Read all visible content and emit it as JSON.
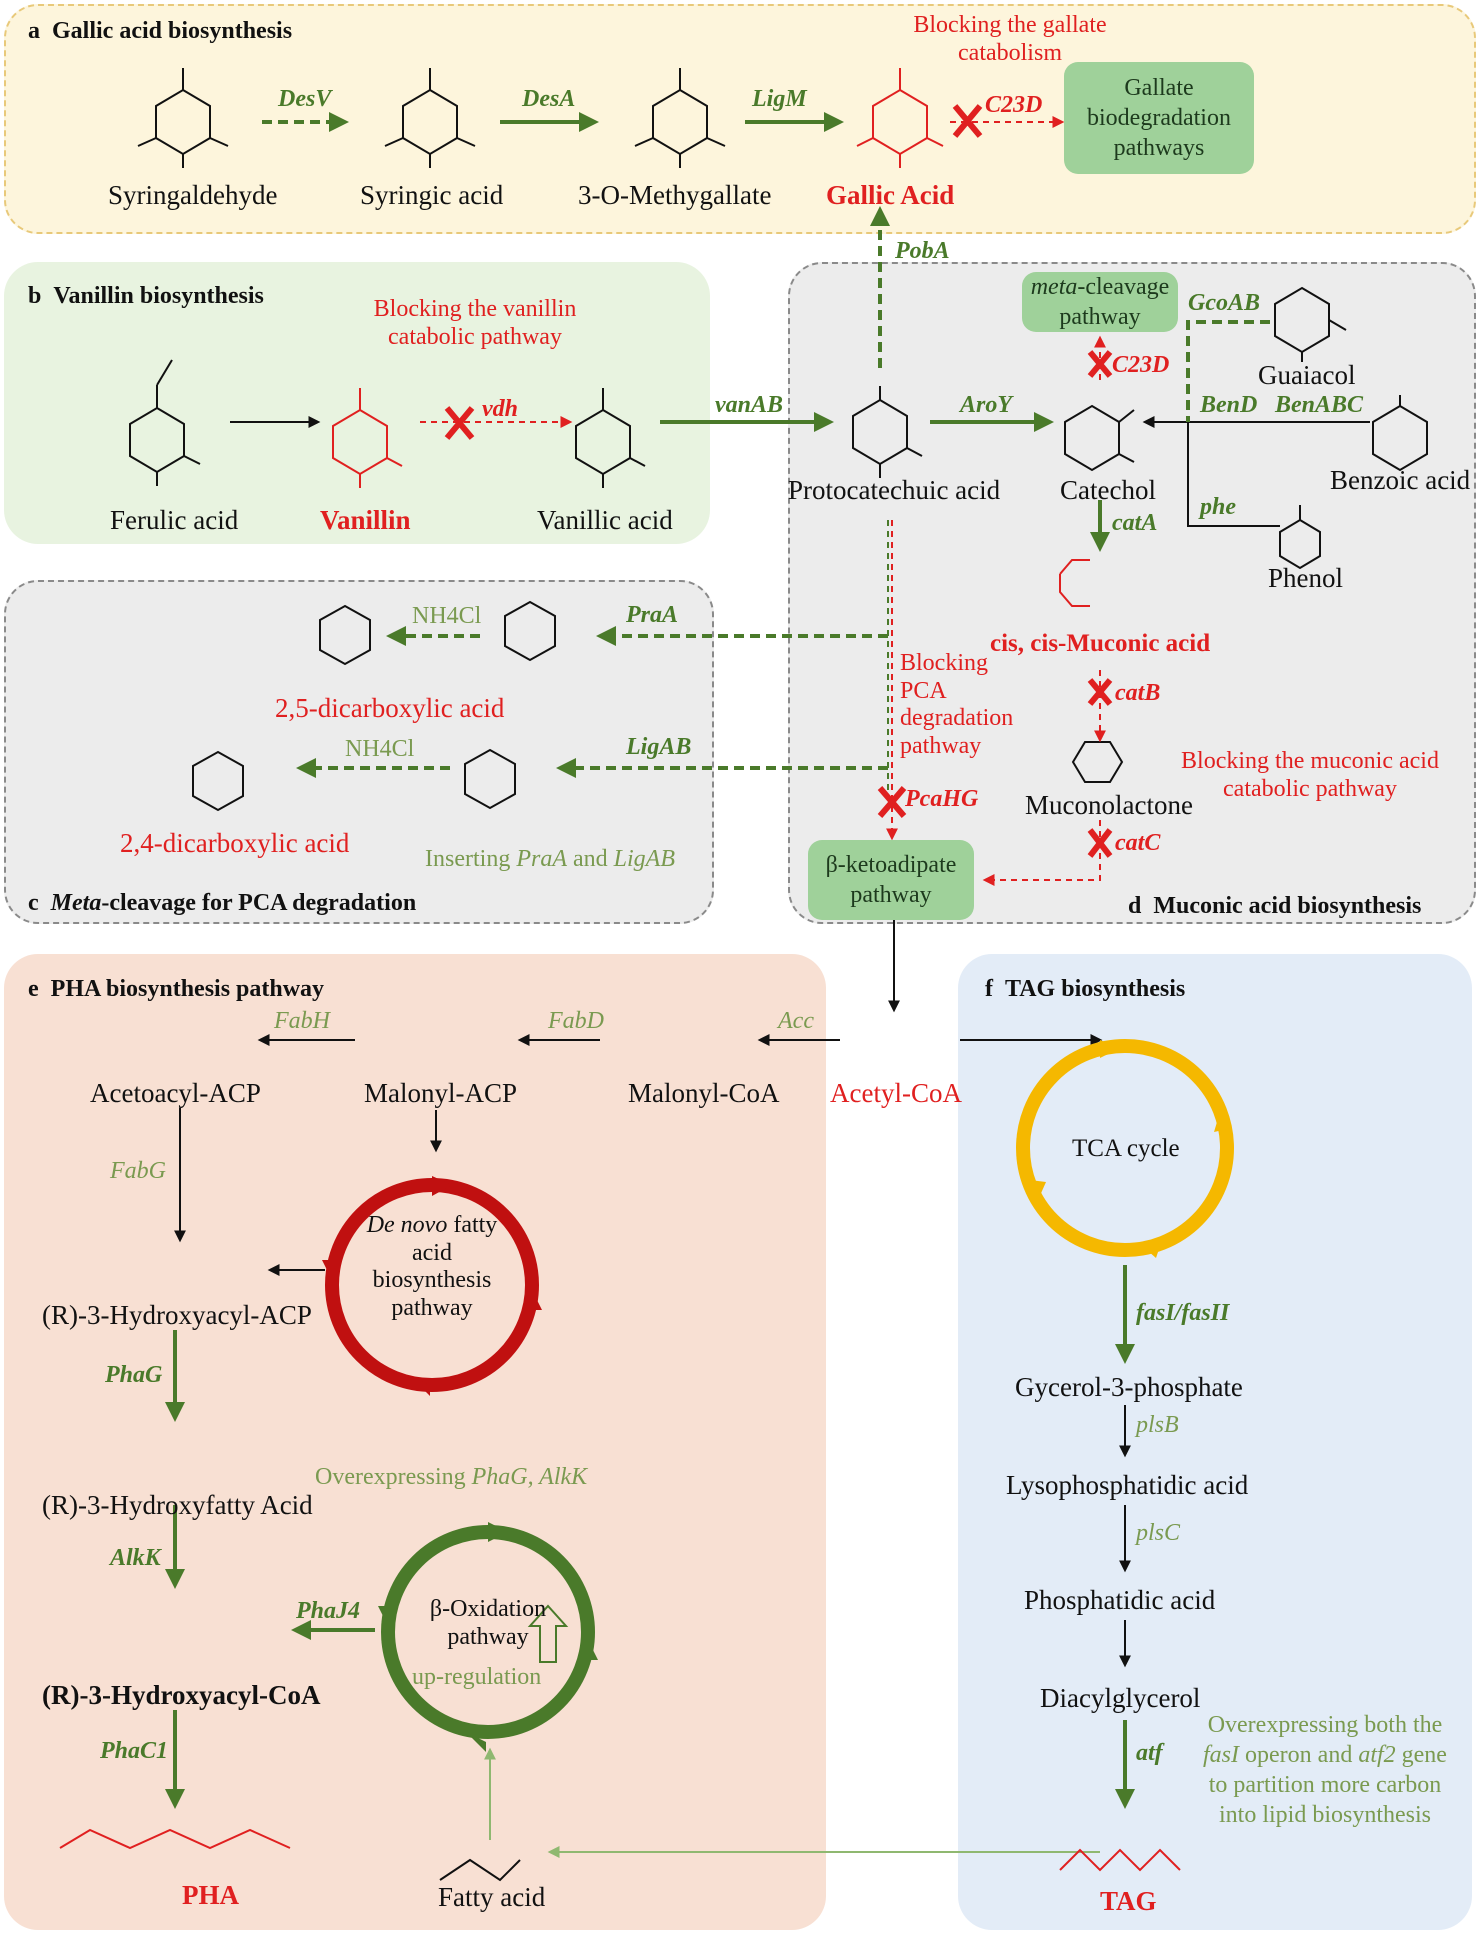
{
  "panels": {
    "a": {
      "letter": "a",
      "title": "Gallic acid biosynthesis"
    },
    "b": {
      "letter": "b",
      "title": "Vanillin biosynthesis"
    },
    "c": {
      "letter": "c",
      "title_em": "Meta",
      "title_rest": "-cleavage for PCA degradation"
    },
    "d": {
      "letter": "d",
      "title": "Muconic acid biosynthesis"
    },
    "e": {
      "letter": "e",
      "title": "PHA biosynthesis pathway"
    },
    "f": {
      "letter": "f",
      "title": "TAG biosynthesis"
    }
  },
  "compounds": {
    "syringaldehyde": "Syringaldehyde",
    "syringic": "Syringic acid",
    "methylgallate": "3-O-Methygallate",
    "gallic": "Gallic Acid",
    "ferulic": "Ferulic acid",
    "vanillin": "Vanillin",
    "vanillic": "Vanillic acid",
    "pca": "Protocatechuic acid",
    "catechol": "Catechol",
    "guaiacol": "Guaiacol",
    "benzoic": "Benzoic acid",
    "phenol": "Phenol",
    "muconic": "cis, cis-Muconic acid",
    "muconolactone": "Muconolactone",
    "dicarb25": "2,5-dicarboxylic acid",
    "dicarb24": "2,4-dicarboxylic acid",
    "acetoacyl": "Acetoacyl-ACP",
    "malonylacp": "Malonyl-ACP",
    "malonylcoa": "Malonyl-CoA",
    "acetylcoa": "Acetyl-CoA",
    "hydroxyacylacp": "(R)-3-Hydroxyacyl-ACP",
    "hydroxyfatty": "(R)-3-Hydroxyfatty Acid",
    "hydroxyacylcoa": "(R)-3-Hydroxyacyl-CoA",
    "pha": "PHA",
    "fattyacid": "Fatty acid",
    "g3p": "Gycerol-3-phosphate",
    "lpa": "Lysophosphatidic acid",
    "pa": "Phosphatidic acid",
    "dag": "Diacylglycerol",
    "tag": "TAG"
  },
  "enzymes": {
    "desv": "DesV",
    "desa": "DesA",
    "ligm": "LigM",
    "c23d": "C23D",
    "c23d2": "C23D",
    "pobA": "PobA",
    "vdh": "vdh",
    "vanab": "vanAB",
    "aroy": "AroY",
    "gcoab": "GcoAB",
    "bend": "BenD",
    "benabc": "BenABC",
    "phe": "phe",
    "cata": "catA",
    "catb": "catB",
    "catc": "catC",
    "praa": "PraA",
    "ligab": "LigAB",
    "pcahg": "PcaHG",
    "acc": "Acc",
    "fabd": "FabD",
    "fabh": "FabH",
    "fabg": "FabG",
    "phag": "PhaG",
    "alkk": "AlkK",
    "phaj4": "PhaJ4",
    "phac1": "PhaC1",
    "fasI": "fasI/fasII",
    "plsb": "plsB",
    "plsc": "plsC",
    "atf": "atf"
  },
  "reagents": {
    "nh4cl_1": "NH4Cl",
    "nh4cl_2": "NH4Cl"
  },
  "boxes": {
    "gallate": "Gallate biodegradation pathways",
    "metacleavage_em": "meta",
    "metacleavage_rest": "-cleavage pathway",
    "ketoadipate": "β-ketoadipate pathway"
  },
  "cycles": {
    "denovo_em": "De novo",
    "denovo_rest": "fatty acid biosynthesis pathway",
    "tca": "TCA cycle",
    "betaox": "β-Oxidation pathway",
    "upreg": "up-regulation"
  },
  "notes": {
    "block_gallate": "Blocking the gallate catabolism",
    "block_vanillin": "Blocking the vanillin catabolic pathway",
    "block_pca": "Blocking PCA degradation pathway",
    "block_muconic": "Blocking the muconic acid catabolic pathway",
    "inserting_pre": "Inserting ",
    "inserting_e1": "PraA",
    "inserting_mid": " and ",
    "inserting_e2": "LigAB",
    "overexp_pre": "Overexpressing ",
    "overexp_em": "PhaG, AlkK",
    "tag_note_1": "Overexpressing both the",
    "tag_note_2_em": "fasI",
    "tag_note_2_rest": " operon and ",
    "tag_note_2_em2": "atf2",
    "tag_note_2_end": " gene",
    "tag_note_3": "to partition more carbon",
    "tag_note_4": "into lipid biosynthesis"
  },
  "colors": {
    "green": "#4a7a2a",
    "lightgreen": "#7a9a50",
    "red": "#e02020",
    "darkred": "#c01010",
    "amber": "#f5b800",
    "box": "#9fd19a"
  }
}
